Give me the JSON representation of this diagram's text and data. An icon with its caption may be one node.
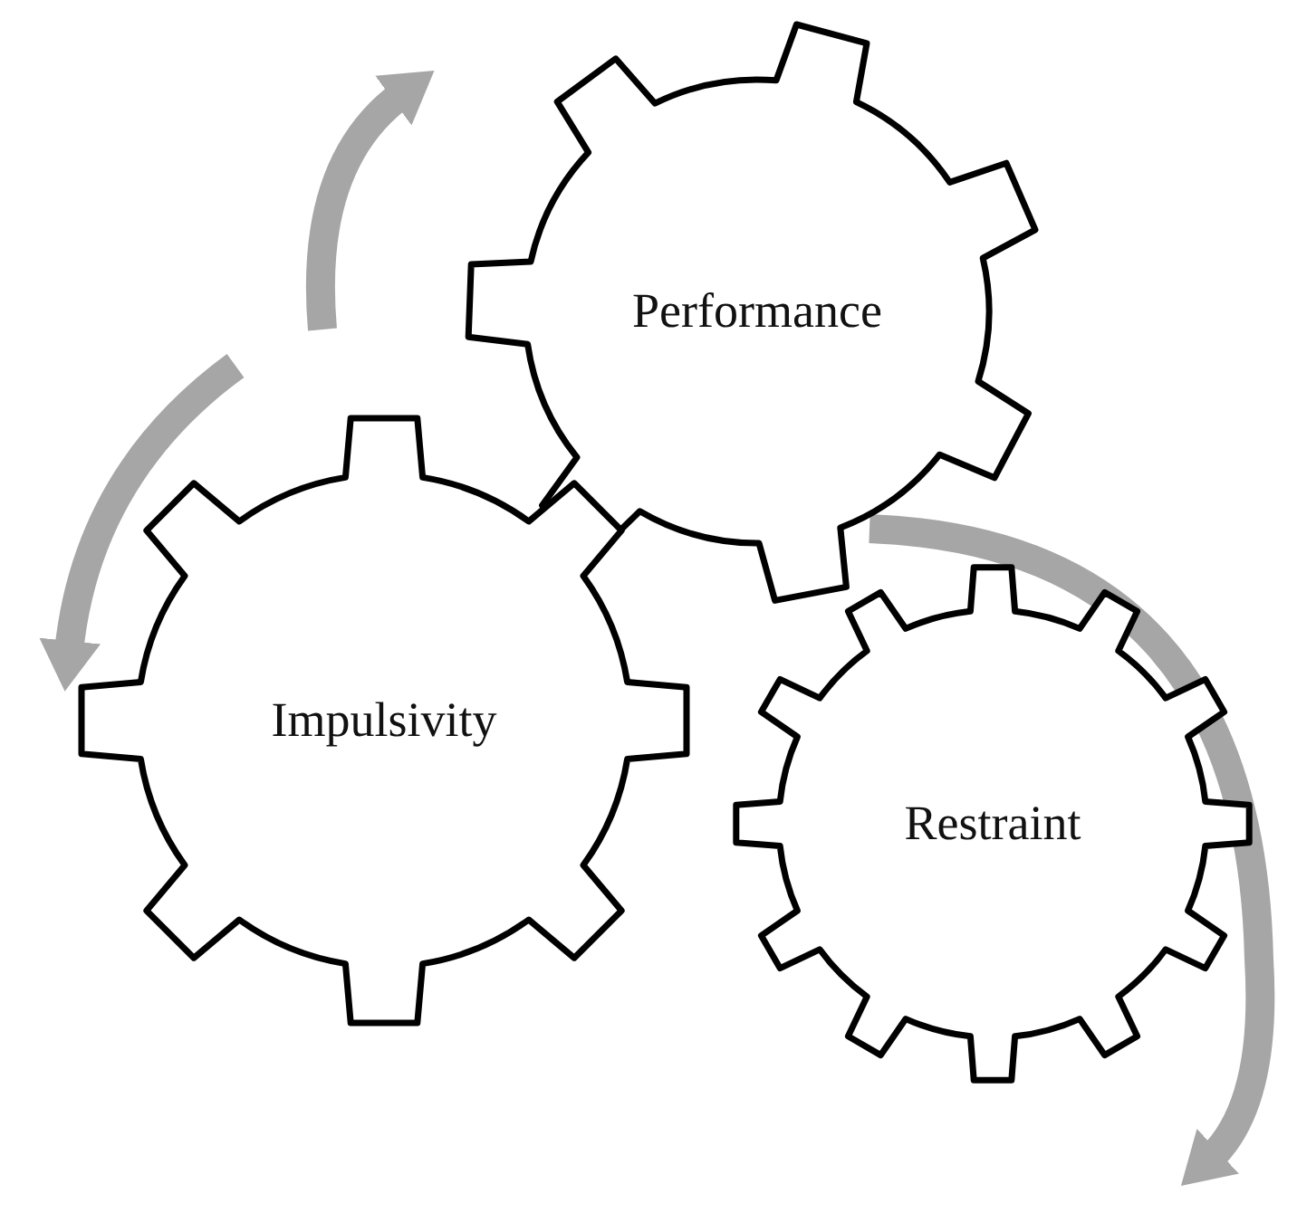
{
  "diagram": {
    "nodes": [
      {
        "text": [
          "Performance"
        ]
      },
      {
        "text": [
          "Impulsivity"
        ]
      },
      {
        "text": [
          "Restraint"
        ]
      }
    ]
  }
}
